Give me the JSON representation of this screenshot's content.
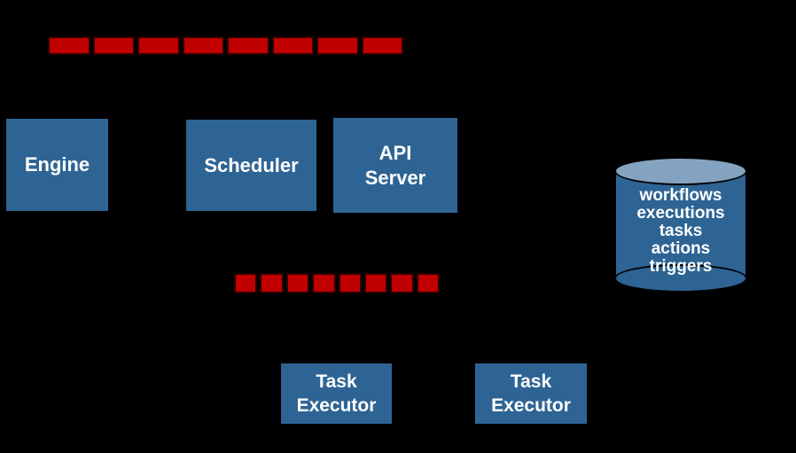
{
  "diagram": {
    "background": "#000000",
    "colors": {
      "box_fill": "#2E6494",
      "queue_fill": "#C00000",
      "queue_border": "#2A0000",
      "db_top_fill": "#84A3C0",
      "db_body_fill": "#2E6494",
      "text": "#FFFFFF",
      "outline": "#000000"
    },
    "boxes": {
      "engine": {
        "label": "Engine"
      },
      "scheduler": {
        "label": "Scheduler"
      },
      "api_server": {
        "line1": "API",
        "line2": "Server"
      },
      "task_executor_1": {
        "line1": "Task",
        "line2": "Executor"
      },
      "task_executor_2": {
        "line1": "Task",
        "line2": "Executor"
      }
    },
    "queues": {
      "top": {
        "segments": 8
      },
      "bottom": {
        "segments": 8
      }
    },
    "database": {
      "items": [
        "workflows",
        "executions",
        "tasks",
        "actions",
        "triggers"
      ]
    }
  }
}
